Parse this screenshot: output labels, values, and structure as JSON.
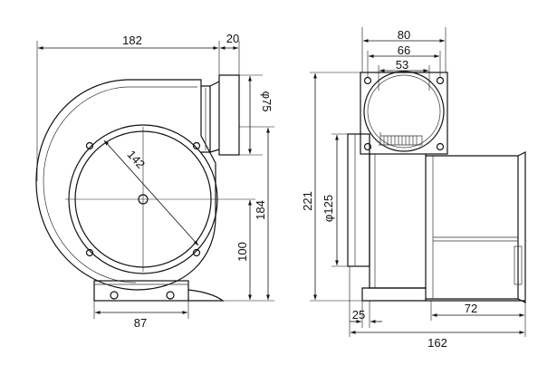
{
  "front_view": {
    "dims": {
      "overall_width": "182",
      "flange_thickness": "20",
      "outlet_dia": "φ75",
      "bolt_circle": "142",
      "height": "184",
      "center_height": "100",
      "base_width": "87"
    }
  },
  "side_view": {
    "dims": {
      "flange_outer": "80",
      "flange_mid": "66",
      "flange_inner": "53",
      "overall_height": "221",
      "inlet_dia": "φ125",
      "base_depth": "25",
      "motor_length": "72",
      "overall_length": "162"
    }
  }
}
